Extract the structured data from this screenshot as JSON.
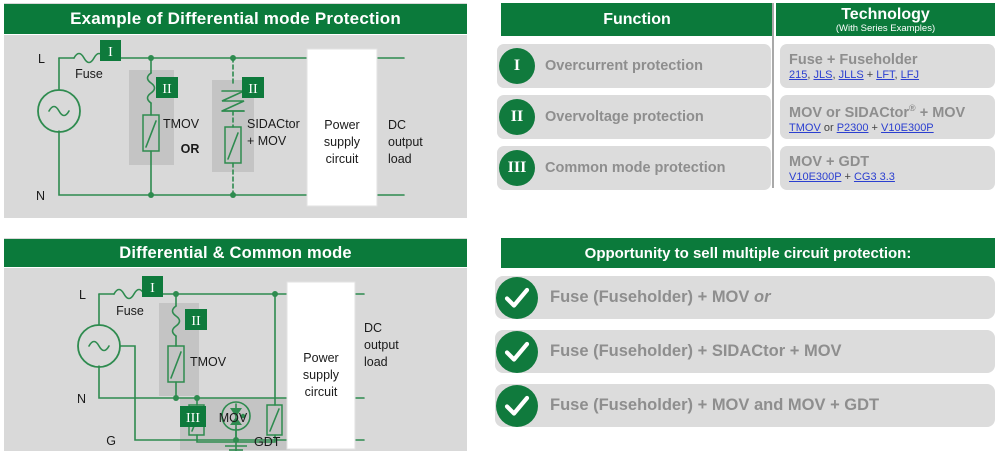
{
  "panels": {
    "diagram1": {
      "title": "Example of Differential mode Protection",
      "labels": {
        "line": "L",
        "neutral": "N",
        "fuse": "Fuse",
        "tmov": "TMOV",
        "sidactor": "SIDACtor",
        "sidactor2": "+ MOV",
        "or": "OR",
        "psu_l1": "Power",
        "psu_l2": "supply",
        "psu_l3": "circuit",
        "out_l1": "DC",
        "out_l2": "output",
        "out_l3": "load",
        "badge1": "I",
        "badge2": "II",
        "badge3": "II"
      }
    },
    "diagram2": {
      "title": "Differential & Common mode",
      "labels": {
        "line": "L",
        "neutral": "N",
        "ground": "G",
        "fuse": "Fuse",
        "tmov": "TMOV",
        "mov": "MOV",
        "gdt": "GDT",
        "psu_l1": "Power",
        "psu_l2": "supply",
        "psu_l3": "circuit",
        "out_l1": "DC",
        "out_l2": "output",
        "out_l3": "load",
        "badge1": "I",
        "badge2": "II",
        "badge3": "III"
      }
    }
  },
  "table": {
    "header": {
      "function": "Function",
      "technology": "Technology",
      "technology_sub": "(With Series Examples)"
    },
    "rows": [
      {
        "numeral": "I",
        "function": "Overcurrent protection",
        "tech_main": "Fuse + Fuseholder",
        "tech_sub_parts": [
          {
            "text": "215",
            "link": true
          },
          {
            "text": ", ",
            "link": false
          },
          {
            "text": "JLS",
            "link": true
          },
          {
            "text": ", ",
            "link": false
          },
          {
            "text": "JLLS",
            "link": true
          },
          {
            "text": " + ",
            "link": false
          },
          {
            "text": "LFT",
            "link": true
          },
          {
            "text": ", ",
            "link": false
          },
          {
            "text": "LFJ",
            "link": true
          }
        ]
      },
      {
        "numeral": "II",
        "function": "Overvoltage protection",
        "tech_main": "MOV or SIDACtor® + MOV",
        "tech_sub_parts": [
          {
            "text": "TMOV",
            "link": true
          },
          {
            "text": " or ",
            "link": false
          },
          {
            "text": "P2300",
            "link": true
          },
          {
            "text": " + ",
            "link": false
          },
          {
            "text": "V10E300P",
            "link": true
          }
        ]
      },
      {
        "numeral": "III",
        "function": "Common mode protection",
        "tech_main": "MOV + GDT",
        "tech_sub_parts": [
          {
            "text": "V10E300P",
            "link": true
          },
          {
            "text": " + ",
            "link": false
          },
          {
            "text": "CG3 3.3",
            "link": true
          }
        ]
      }
    ]
  },
  "opportunity": {
    "title": "Opportunity to sell multiple circuit protection:",
    "items": [
      {
        "text": "Fuse (Fuseholder) + MOV ",
        "italic_tail": "or"
      },
      {
        "text": "Fuse (Fuseholder) + SIDACtor + MOV",
        "italic_tail": ""
      },
      {
        "text": "Fuse (Fuseholder) + MOV and MOV + GDT",
        "italic_tail": ""
      }
    ],
    "check_icon": "check-icon"
  },
  "colors": {
    "green": "#0b7a3b",
    "badge_green": "#107a3d",
    "panel_grey": "#d9d9d9",
    "row_grey": "#dcdcdc",
    "label_grey": "#8e8e8e",
    "link_blue": "#2b3fd0",
    "wire_green": "#2e8b4f"
  }
}
